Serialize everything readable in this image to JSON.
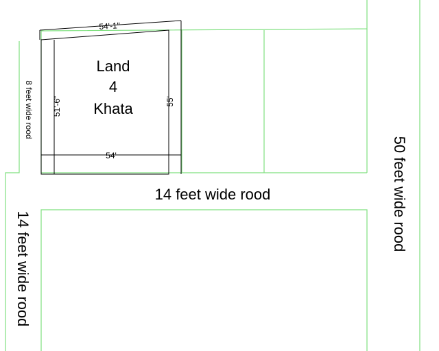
{
  "plot": {
    "line1": "Land",
    "line2": "4",
    "line3": "Khata"
  },
  "dimensions": {
    "top": "54'-1\"",
    "bottom": "54'",
    "left": "51'-6\"",
    "right": "55'"
  },
  "roads": {
    "left_narrow": "8 feet wide rood",
    "middle": "14 feet wide rood",
    "left_lower": "14 feet wide rood",
    "right": "50 feet wide rood"
  },
  "colors": {
    "boundary": "#7fe07f",
    "dimension": "#000000"
  }
}
